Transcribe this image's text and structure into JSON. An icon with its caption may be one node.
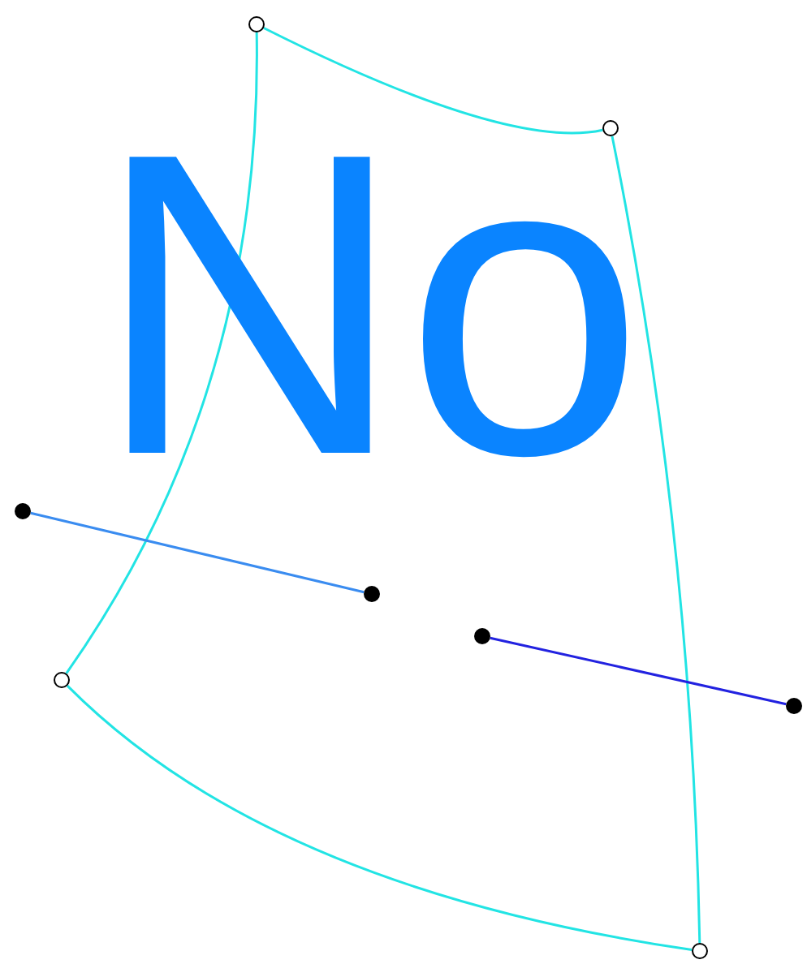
{
  "diagram": {
    "nodes": [
      {
        "text": [],
        "shape": "circle"
      },
      {
        "text": [],
        "shape": "circle"
      },
      {
        "text": [],
        "shape": "circle"
      },
      {
        "text": [],
        "shape": "circle"
      },
      {
        "text": [],
        "shape": "circle"
      },
      {
        "text": [],
        "shape": "circle"
      },
      {
        "text": [],
        "shape": "circle"
      },
      {
        "text": [],
        "shape": "circle"
      }
    ],
    "edges": [
      {
        "from": 0,
        "to": 1,
        "arrow": "none"
      },
      {
        "from": 1,
        "to": 7,
        "arrow": "none"
      },
      {
        "from": 7,
        "to": 5,
        "arrow": "none"
      },
      {
        "from": 5,
        "to": 0,
        "arrow": "none"
      },
      {
        "from": 2,
        "to": 3,
        "arrow": "none",
        "color": "#3a8cf0"
      },
      {
        "from": 4,
        "to": 6,
        "arrow": "none",
        "color": "#2222e0"
      }
    ],
    "labels": [
      "No"
    ]
  }
}
